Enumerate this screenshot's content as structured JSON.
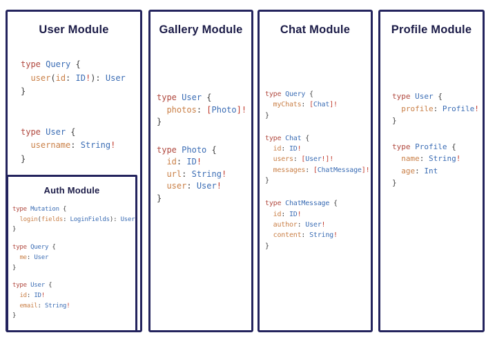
{
  "colors": {
    "border": "#23235d",
    "title": "#1b1b47",
    "panel-bg": "#ffffff",
    "page-bg": "#ffffff",
    "code-keyword": "#b0483e",
    "code-type": "#3a6cb4",
    "code-field": "#c97f46",
    "code-punct": "#3d3d3d",
    "code-bang": "#c0392b"
  },
  "panels": [
    {
      "title": "User Module",
      "blocks": [
        [
          [
            [
              "k",
              "type"
            ],
            [
              "p",
              " "
            ],
            [
              "t",
              "Query"
            ],
            [
              "p",
              " {"
            ]
          ],
          [
            [
              "p",
              "  "
            ],
            [
              "f",
              "user"
            ],
            [
              "p",
              "("
            ],
            [
              "f",
              "id"
            ],
            [
              "p",
              ": "
            ],
            [
              "t",
              "ID"
            ],
            [
              "b",
              "!"
            ],
            [
              "p",
              "): "
            ],
            [
              "t",
              "User"
            ]
          ],
          [
            [
              "p",
              "}"
            ]
          ]
        ],
        [
          [
            [
              "k",
              "type"
            ],
            [
              "p",
              " "
            ],
            [
              "t",
              "User"
            ],
            [
              "p",
              " {"
            ]
          ],
          [
            [
              "p",
              "  "
            ],
            [
              "f",
              "username"
            ],
            [
              "p",
              ": "
            ],
            [
              "t",
              "String"
            ],
            [
              "b",
              "!"
            ]
          ],
          [
            [
              "p",
              "}"
            ]
          ]
        ]
      ]
    },
    {
      "title": "Auth Module",
      "blocks": [
        [
          [
            [
              "k",
              "type"
            ],
            [
              "p",
              " "
            ],
            [
              "t",
              "Mutation"
            ],
            [
              "p",
              " {"
            ]
          ],
          [
            [
              "p",
              "  "
            ],
            [
              "f",
              "login"
            ],
            [
              "p",
              "("
            ],
            [
              "f",
              "fields"
            ],
            [
              "p",
              ": "
            ],
            [
              "t",
              "LoginFields"
            ],
            [
              "p",
              "): "
            ],
            [
              "t",
              "User"
            ]
          ],
          [
            [
              "p",
              "}"
            ]
          ]
        ],
        [
          [
            [
              "k",
              "type"
            ],
            [
              "p",
              " "
            ],
            [
              "t",
              "Query"
            ],
            [
              "p",
              " {"
            ]
          ],
          [
            [
              "p",
              "  "
            ],
            [
              "f",
              "me"
            ],
            [
              "p",
              ": "
            ],
            [
              "t",
              "User"
            ]
          ],
          [
            [
              "p",
              "}"
            ]
          ]
        ],
        [
          [
            [
              "k",
              "type"
            ],
            [
              "p",
              " "
            ],
            [
              "t",
              "User"
            ],
            [
              "p",
              " {"
            ]
          ],
          [
            [
              "p",
              "  "
            ],
            [
              "f",
              "id"
            ],
            [
              "p",
              ": "
            ],
            [
              "t",
              "ID"
            ],
            [
              "b",
              "!"
            ]
          ],
          [
            [
              "p",
              "  "
            ],
            [
              "f",
              "email"
            ],
            [
              "p",
              ": "
            ],
            [
              "t",
              "String"
            ],
            [
              "b",
              "!"
            ]
          ],
          [
            [
              "p",
              "}"
            ]
          ]
        ]
      ]
    },
    {
      "title": "Gallery Module",
      "blocks": [
        [
          [
            [
              "k",
              "type"
            ],
            [
              "p",
              " "
            ],
            [
              "t",
              "User"
            ],
            [
              "p",
              " {"
            ]
          ],
          [
            [
              "p",
              "  "
            ],
            [
              "f",
              "photos"
            ],
            [
              "p",
              ": "
            ],
            [
              "b",
              "["
            ],
            [
              "t",
              "Photo"
            ],
            [
              "b",
              "]!"
            ]
          ],
          [
            [
              "p",
              "}"
            ]
          ]
        ],
        [
          [
            [
              "k",
              "type"
            ],
            [
              "p",
              " "
            ],
            [
              "t",
              "Photo"
            ],
            [
              "p",
              " {"
            ]
          ],
          [
            [
              "p",
              "  "
            ],
            [
              "f",
              "id"
            ],
            [
              "p",
              ": "
            ],
            [
              "t",
              "ID"
            ],
            [
              "b",
              "!"
            ]
          ],
          [
            [
              "p",
              "  "
            ],
            [
              "f",
              "url"
            ],
            [
              "p",
              ": "
            ],
            [
              "t",
              "String"
            ],
            [
              "b",
              "!"
            ]
          ],
          [
            [
              "p",
              "  "
            ],
            [
              "f",
              "user"
            ],
            [
              "p",
              ": "
            ],
            [
              "t",
              "User"
            ],
            [
              "b",
              "!"
            ]
          ],
          [
            [
              "p",
              "}"
            ]
          ]
        ]
      ]
    },
    {
      "title": "Chat Module",
      "blocks": [
        [
          [
            [
              "k",
              "type"
            ],
            [
              "p",
              " "
            ],
            [
              "t",
              "Query"
            ],
            [
              "p",
              " {"
            ]
          ],
          [
            [
              "p",
              "  "
            ],
            [
              "f",
              "myChats"
            ],
            [
              "p",
              ": "
            ],
            [
              "b",
              "["
            ],
            [
              "t",
              "Chat"
            ],
            [
              "b",
              "]!"
            ]
          ],
          [
            [
              "p",
              "}"
            ]
          ]
        ],
        [
          [
            [
              "k",
              "type"
            ],
            [
              "p",
              " "
            ],
            [
              "t",
              "Chat"
            ],
            [
              "p",
              " {"
            ]
          ],
          [
            [
              "p",
              "  "
            ],
            [
              "f",
              "id"
            ],
            [
              "p",
              ": "
            ],
            [
              "t",
              "ID"
            ],
            [
              "b",
              "!"
            ]
          ],
          [
            [
              "p",
              "  "
            ],
            [
              "f",
              "users"
            ],
            [
              "p",
              ": "
            ],
            [
              "b",
              "["
            ],
            [
              "t",
              "User"
            ],
            [
              "b",
              "!]!"
            ]
          ],
          [
            [
              "p",
              "  "
            ],
            [
              "f",
              "messages"
            ],
            [
              "p",
              ": "
            ],
            [
              "b",
              "["
            ],
            [
              "t",
              "ChatMessage"
            ],
            [
              "b",
              "]!"
            ]
          ],
          [
            [
              "p",
              "}"
            ]
          ]
        ],
        [
          [
            [
              "k",
              "type"
            ],
            [
              "p",
              " "
            ],
            [
              "t",
              "ChatMessage"
            ],
            [
              "p",
              " {"
            ]
          ],
          [
            [
              "p",
              "  "
            ],
            [
              "f",
              "id"
            ],
            [
              "p",
              ": "
            ],
            [
              "t",
              "ID"
            ],
            [
              "b",
              "!"
            ]
          ],
          [
            [
              "p",
              "  "
            ],
            [
              "f",
              "author"
            ],
            [
              "p",
              ": "
            ],
            [
              "t",
              "User"
            ],
            [
              "b",
              "!"
            ]
          ],
          [
            [
              "p",
              "  "
            ],
            [
              "f",
              "content"
            ],
            [
              "p",
              ": "
            ],
            [
              "t",
              "String"
            ],
            [
              "b",
              "!"
            ]
          ],
          [
            [
              "p",
              "}"
            ]
          ]
        ]
      ]
    },
    {
      "title": "Profile Module",
      "blocks": [
        [
          [
            [
              "k",
              "type"
            ],
            [
              "p",
              " "
            ],
            [
              "t",
              "User"
            ],
            [
              "p",
              " {"
            ]
          ],
          [
            [
              "p",
              "  "
            ],
            [
              "f",
              "profile"
            ],
            [
              "p",
              ": "
            ],
            [
              "t",
              "Profile"
            ],
            [
              "b",
              "!"
            ]
          ],
          [
            [
              "p",
              "}"
            ]
          ]
        ],
        [
          [
            [
              "k",
              "type"
            ],
            [
              "p",
              " "
            ],
            [
              "t",
              "Profile"
            ],
            [
              "p",
              " {"
            ]
          ],
          [
            [
              "p",
              "  "
            ],
            [
              "f",
              "name"
            ],
            [
              "p",
              ": "
            ],
            [
              "t",
              "String"
            ],
            [
              "b",
              "!"
            ]
          ],
          [
            [
              "p",
              "  "
            ],
            [
              "f",
              "age"
            ],
            [
              "p",
              ": "
            ],
            [
              "t",
              "Int"
            ]
          ],
          [
            [
              "p",
              "}"
            ]
          ]
        ]
      ]
    }
  ]
}
